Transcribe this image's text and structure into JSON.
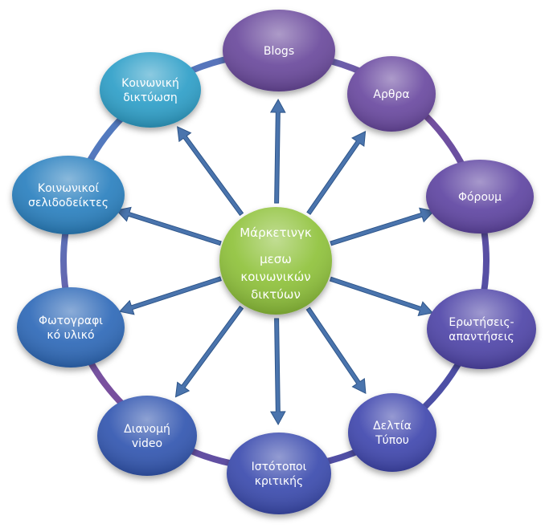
{
  "center": {
    "lines": [
      "Μάρκετινγκ",
      "μεσω",
      "κοινωνικών",
      "δικτύων"
    ],
    "color": "#8fc23a"
  },
  "nodes": [
    {
      "id": "blogs",
      "lines": [
        "Blogs"
      ],
      "color": "#6b4a9c"
    },
    {
      "id": "arthra",
      "lines": [
        "Αρθρα"
      ],
      "color": "#6a4aa0"
    },
    {
      "id": "forum",
      "lines": [
        "Φόρουμ"
      ],
      "color": "#5e45a2"
    },
    {
      "id": "erotiseis",
      "lines": [
        "Ερωτήσεις-",
        "απαντήσεις"
      ],
      "color": "#5044a8"
    },
    {
      "id": "deltia",
      "lines": [
        "Δελτία",
        "Τύπου"
      ],
      "color": "#3f47ae"
    },
    {
      "id": "istotopoi",
      "lines": [
        "Ιστότοποι",
        "κριτικής"
      ],
      "color": "#3b4cae"
    },
    {
      "id": "dianomi",
      "lines": [
        "Διανομή",
        "video"
      ],
      "color": "#3357b0"
    },
    {
      "id": "fotografiko",
      "lines": [
        "Φωτογραφι",
        "κό υλικό"
      ],
      "color": "#2f69b8"
    },
    {
      "id": "selidodeiktes",
      "lines": [
        "Κοινωνικοί",
        "σελιδοδείκτες"
      ],
      "color": "#2a80bf"
    },
    {
      "id": "diktyosi",
      "lines": [
        "Κοινωνική",
        "δικτύωση"
      ],
      "color": "#2f9fc8"
    }
  ],
  "colors": {
    "arrow": "#4a74ad",
    "arrow_dark": "#2f568a",
    "ring_top": "#7a4f9e",
    "ring_left": "#3f8fcf",
    "ring_bottom": "#3c4fa8"
  }
}
